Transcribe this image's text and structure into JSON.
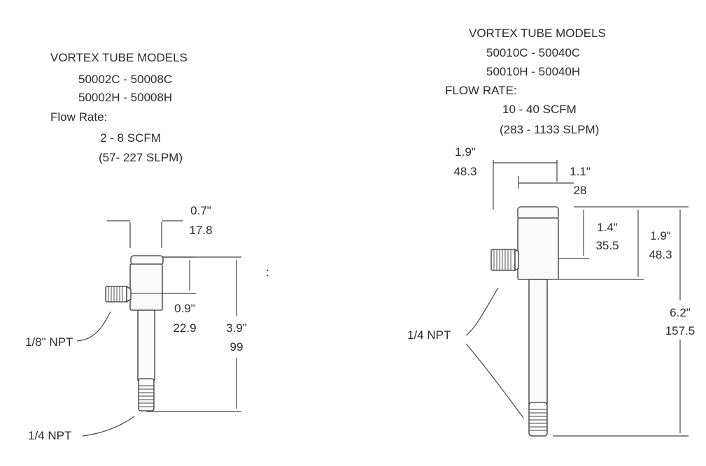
{
  "left": {
    "header": {
      "title": "VORTEX TUBE MODELS",
      "models_c": "50002C  -  50008C",
      "models_h": "50002H  -  50008H",
      "flow_label": "Flow Rate:",
      "flow_scfm": "2 - 8 SCFM",
      "flow_slpm": "(57- 227 SLPM)"
    },
    "dims": {
      "width_in": "0.7\"",
      "width_mm": "17.8",
      "body_in": "0.9\"",
      "body_mm": "22.9",
      "total_in": "3.9\"",
      "total_mm": "99"
    },
    "ports": {
      "inlet": "1/8\" NPT",
      "outlet": "1/4 NPT"
    }
  },
  "separator": ":",
  "right": {
    "header": {
      "title": "VORTEX TUBE MODELS",
      "models_c": "50010C  -  50040C",
      "models_h": "50010H  -  50040H",
      "flow_label": "FLOW RATE:",
      "flow_scfm": "10 - 40 SCFM",
      "flow_slpm": "(283 - 1133 SLPM)"
    },
    "dims": {
      "width_in": "1.9\"",
      "width_mm": "48.3",
      "half_in": "1.1\"",
      "half_mm": "28",
      "center_in": "1.4\"",
      "center_mm": "35.5",
      "body_in": "1.9\"",
      "body_mm": "48.3",
      "total_in": "6.2\"",
      "total_mm": "157.5"
    },
    "ports": {
      "inlet": "1/4 NPT"
    }
  }
}
